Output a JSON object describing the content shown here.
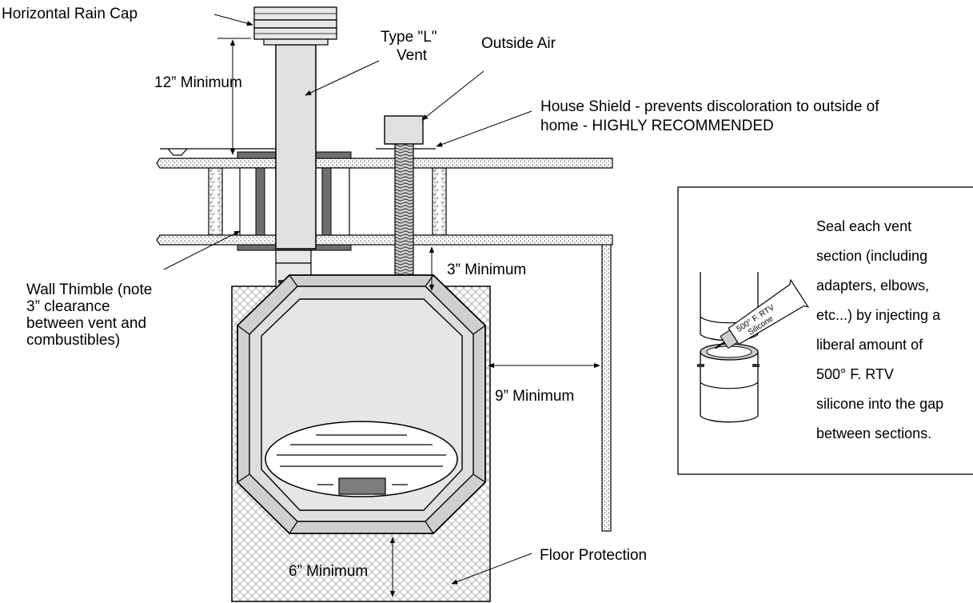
{
  "labels": {
    "rain_cap": "Horizontal Rain Cap",
    "vent_line1": "Type \"L\"",
    "vent_line2": "Vent",
    "outside_air": "Outside Air",
    "house_shield_line1": "House Shield - prevents discoloration to outside of",
    "house_shield_line2": "home - HIGHLY RECOMMENDED",
    "min_12": "12” Minimum",
    "min_3": "3” Minimum",
    "min_9": "9” Minimum",
    "min_6": "6” Minimum",
    "floor_protection": "Floor Protection",
    "wall_thimble_line1": "Wall Thimble (note",
    "wall_thimble_line2": "3” clearance",
    "wall_thimble_line3": "between vent and",
    "wall_thimble_line4": "combustibles)"
  },
  "inset": {
    "tube_line1": "500° F. RTV",
    "tube_line2": "Silicone",
    "lines": [
      "Seal each vent",
      "section (including",
      "adapters, elbows,",
      "etc...) by injecting a",
      "liberal amount of",
      "500° F. RTV",
      "silicone into the gap",
      "between sections."
    ]
  },
  "colors": {
    "line": "#000000",
    "stove_fill": "#d9d9d9",
    "vent_fill": "#e0e0e0",
    "shield_fill": "#8a8a8a"
  }
}
